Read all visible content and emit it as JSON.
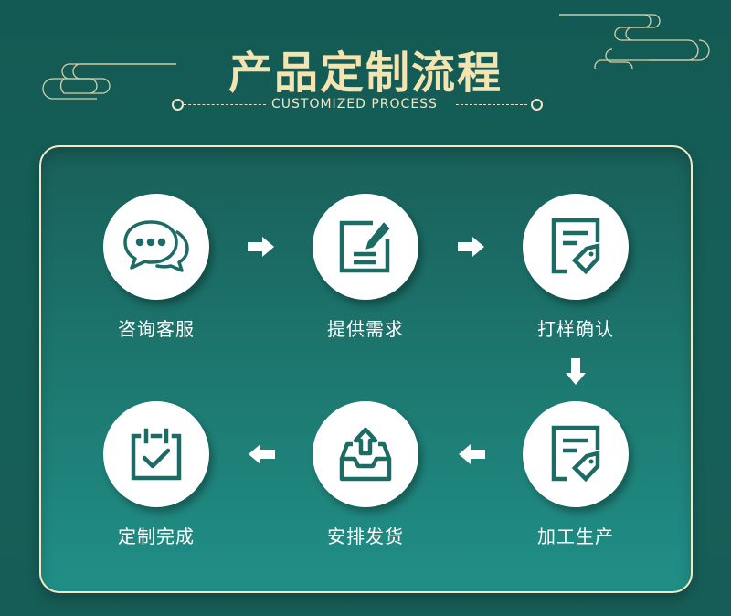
{
  "header": {
    "title": "产品定制流程",
    "subtitle": "CUSTOMIZED PROCESS"
  },
  "colors": {
    "background": "#165c56",
    "title_gold": "#f5e3b0",
    "panel_border": "#f1e8c8",
    "icon_teal": "#1c6b64",
    "circle_white": "#ffffff"
  },
  "steps": [
    {
      "label": "咨询客服",
      "icon": "chat-bubbles-icon"
    },
    {
      "label": "提供需求",
      "icon": "edit-document-icon"
    },
    {
      "label": "打样确认",
      "icon": "document-tag-icon"
    },
    {
      "label": "加工生产",
      "icon": "document-tag-icon"
    },
    {
      "label": "安排发货",
      "icon": "inbox-upload-icon"
    },
    {
      "label": "定制完成",
      "icon": "calendar-check-icon"
    }
  ],
  "arrows": [
    {
      "direction": "right"
    },
    {
      "direction": "right"
    },
    {
      "direction": "down"
    },
    {
      "direction": "left"
    },
    {
      "direction": "left"
    }
  ]
}
